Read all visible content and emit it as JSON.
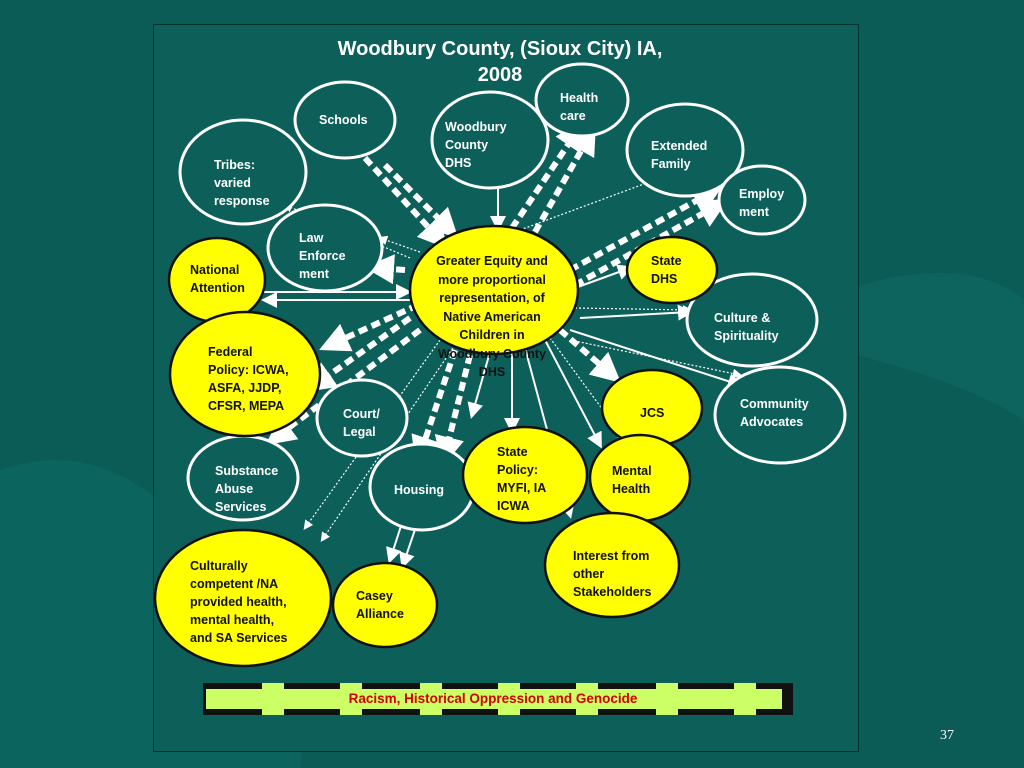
{
  "slide": {
    "title": "Woodbury County, (Sioux City) IA,\n2008",
    "page_number": "37"
  },
  "center": {
    "label": "Greater Equity and more proportional representation, of Native American Children in Woodbury County DHS"
  },
  "nodes": {
    "schools": "Schools",
    "woodbury_dhs": "Woodbury\nCounty\nDHS",
    "health_care": "Health\ncare",
    "extended_family": "Extended\nFamily",
    "employment": "Employ\nment",
    "tribes": "Tribes:\nvaried\nresponse",
    "law_enforcement": "Law\nEnforce\nment",
    "national_attention": "National\nAttention",
    "state_dhs": "State\nDHS",
    "culture_spirituality": "Culture &\nSpirituality",
    "federal_policy": "Federal\nPolicy: ICWA,\nASFA, JJDP,\nCFSR, MEPA",
    "court_legal": "Court/\nLegal",
    "jcs": "JCS",
    "community_advocates": "Community\nAdvocates",
    "substance_abuse": "Substance\nAbuse\nServices",
    "housing": "Housing",
    "state_policy": "State\nPolicy:\nMYFI, IA\nICWA",
    "mental_health": "Mental\nHealth",
    "culturally_competent": "Culturally\ncompetent /NA\nprovided health,\nmental health,\nand SA Services",
    "casey_alliance": "Casey\nAlliance",
    "interest_stakeholders": "Interest from\nother\nStakeholders"
  },
  "banner": {
    "text": "Racism, Historical Oppression and Genocide"
  },
  "colors": {
    "background": "#0b5b57",
    "node_yellow": "#ffff00",
    "banner_green": "#ccff66",
    "banner_text": "#d40000",
    "outline": "#ffffff"
  }
}
